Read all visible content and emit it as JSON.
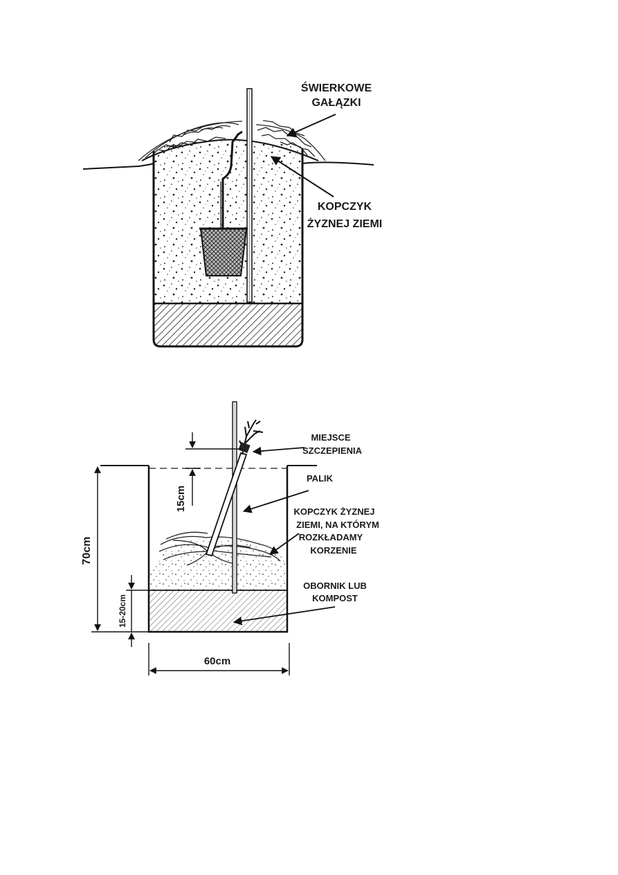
{
  "diagrams": {
    "top": {
      "label_spruce_1": "ŚWIERKOWE",
      "label_spruce_2": "GAŁĄZKI",
      "label_mound_1": "KOPCZYK",
      "label_mound_2": "ŻYZNEJ ZIEMI"
    },
    "bottom": {
      "label_graft_1": "MIEJSCE",
      "label_graft_2": "SZCZEPIENIA",
      "label_stake": "PALIK",
      "label_soil_1": "KOPCZYK ŻYZNEJ",
      "label_soil_2": "ZIEMI, NA KTÓRYM",
      "label_soil_3": "ROZKŁADAMY",
      "label_soil_4": "KORZENIE",
      "label_manure_1": "OBORNIK LUB",
      "label_manure_2": "KOMPOST",
      "dim_depth": "70cm",
      "dim_graft": "15cm",
      "dim_manure": "15-20cm",
      "dim_width": "60cm"
    }
  }
}
